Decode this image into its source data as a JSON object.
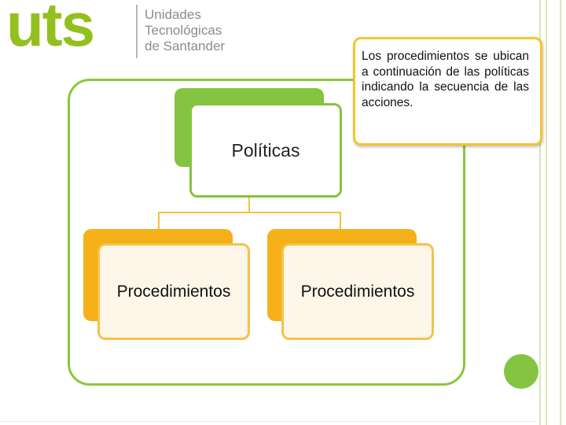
{
  "logo": {
    "wordmark": "uts",
    "line1": "Unidades",
    "line2": "Tecnológicas",
    "line3": "de Santander"
  },
  "callout": {
    "text": "Los procedimientos se ubican a continuación de las políticas indicando la secuencia de las acciones."
  },
  "diagram": {
    "root": "Políticas",
    "children": [
      "Procedimientos",
      "Procedimientos"
    ]
  },
  "colors": {
    "green": "#84c441",
    "orange": "#f6b01a",
    "logo_green": "#93c01f"
  }
}
